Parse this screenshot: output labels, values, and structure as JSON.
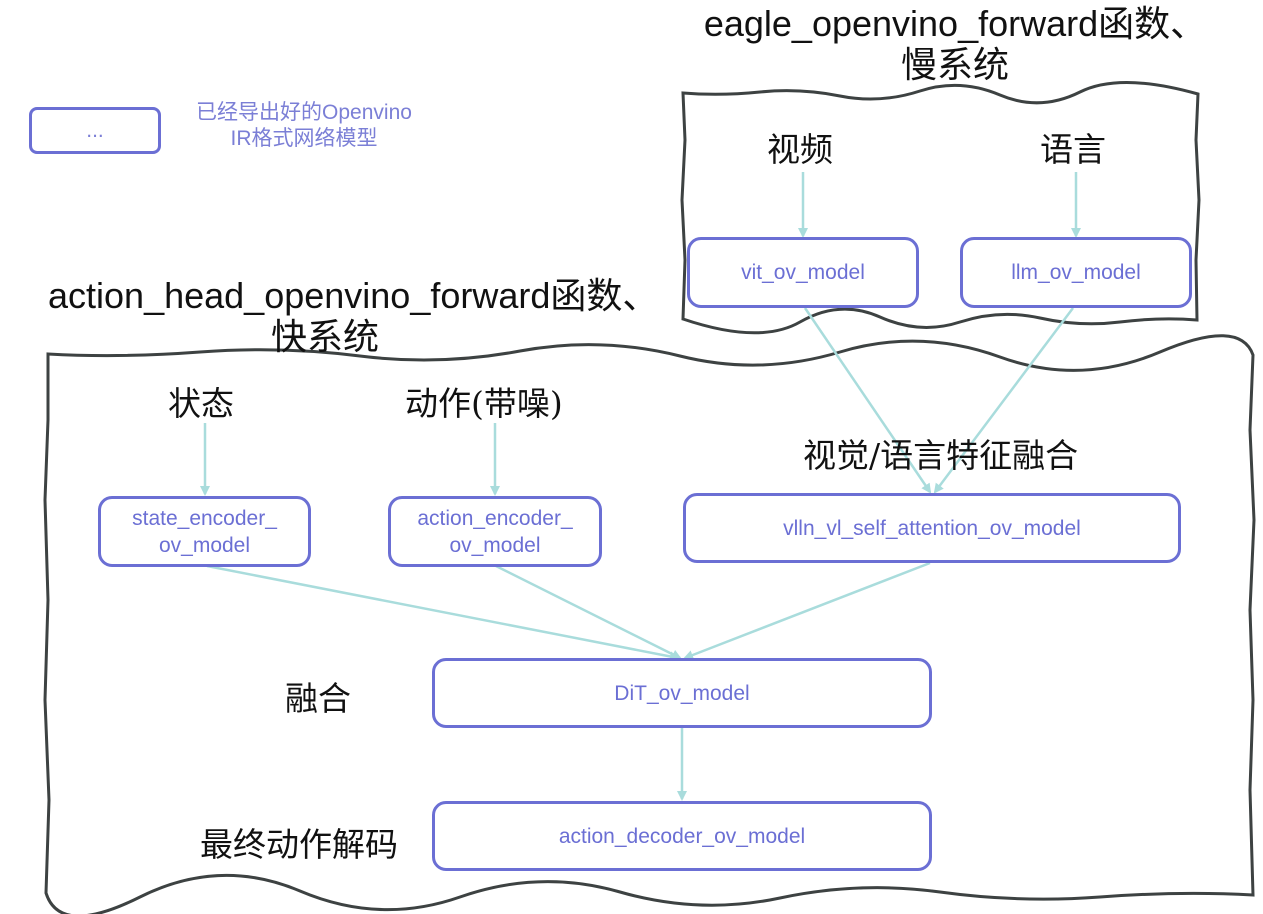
{
  "legend": {
    "box_label": "...",
    "description_line1": "已经导出好的Openvino",
    "description_line2": "IR格式网络模型"
  },
  "slow_system": {
    "title_line1": "eagle_openvino_forward函数、",
    "title_line2": "慢系统",
    "inputs": {
      "video": "视频",
      "language": "语言"
    },
    "nodes": {
      "vit": "vit_ov_model",
      "llm": "llm_ov_model"
    }
  },
  "fast_system": {
    "title_line1": "action_head_openvino_forward函数、",
    "title_line2": "快系统",
    "inputs": {
      "state": "状态",
      "action_noisy": "动作(带噪)"
    },
    "labels": {
      "vl_fusion": "视觉/语言特征融合",
      "fusion": "融合",
      "final_decode": "最终动作解码"
    },
    "nodes": {
      "state_encoder": "state_encoder_\nov_model",
      "action_encoder": "action_encoder_\nov_model",
      "vlln": "vlln_vl_self_attention_ov_model",
      "dit": "DiT_ov_model",
      "action_decoder": "action_decoder_ov_model"
    }
  },
  "colors": {
    "node_border": "#6b6fd4",
    "arrow": "#a9dcdc",
    "frame": "#3d4242"
  }
}
